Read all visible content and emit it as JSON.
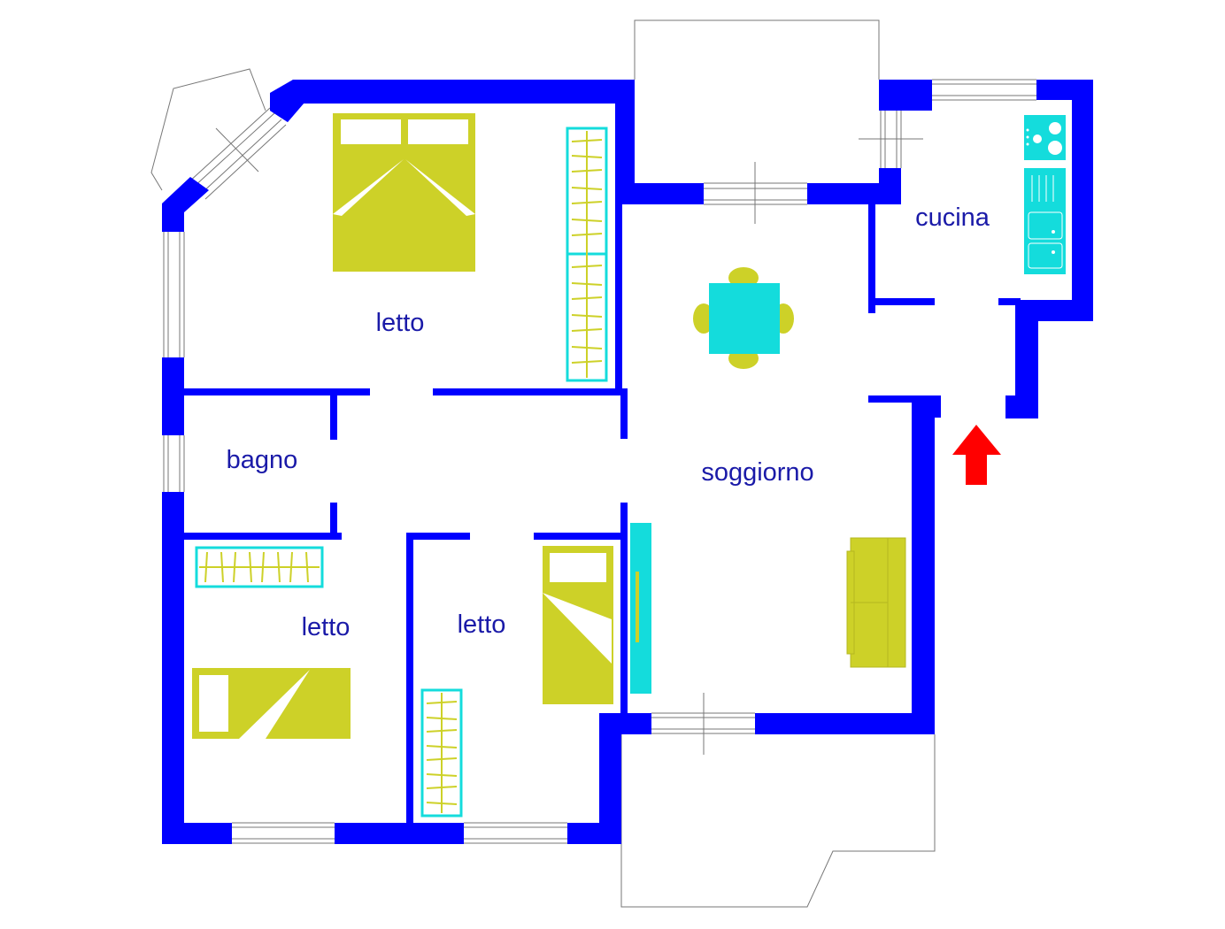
{
  "colors": {
    "wall": "#0000ff",
    "furniture": "#cdd128",
    "fixtures": "#14dcdc",
    "label": "#1a1aa8",
    "entrance_arrow": "#ff0000",
    "outline": "#777777"
  },
  "rooms": {
    "master_bedroom": "letto",
    "bathroom": "bagno",
    "bedroom_left": "letto",
    "bedroom_middle": "letto",
    "living_room": "soggiorno",
    "kitchen": "cucina"
  },
  "icons": {
    "entrance": "entrance-arrow-icon"
  }
}
